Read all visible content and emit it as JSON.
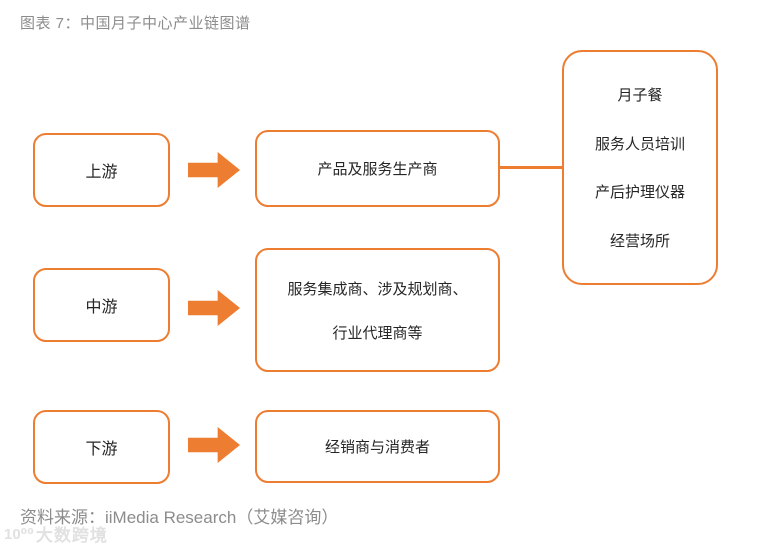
{
  "title": "图表 7：中国月子中心产业链图谱",
  "colors": {
    "accent": "#ED7D31",
    "text": "#262626",
    "muted": "#8C8C8C",
    "watermark": "#C9C9C9"
  },
  "chain": {
    "rows": [
      {
        "stage": "上游",
        "detail_lines": [
          "产品及服务生产商"
        ]
      },
      {
        "stage": "中游",
        "detail_lines": [
          "服务集成商、涉及规划商、",
          "行业代理商等"
        ]
      },
      {
        "stage": "下游",
        "detail_lines": [
          "经销商与消费者"
        ]
      }
    ],
    "upstream_items": [
      "月子餐",
      "服务人员培训",
      "产后护理仪器",
      "经营场所"
    ]
  },
  "source": "资料来源：iiMedia Research（艾媒咨询）",
  "watermark": {
    "logo": "10⁰⁰",
    "label": "大数跨境"
  }
}
